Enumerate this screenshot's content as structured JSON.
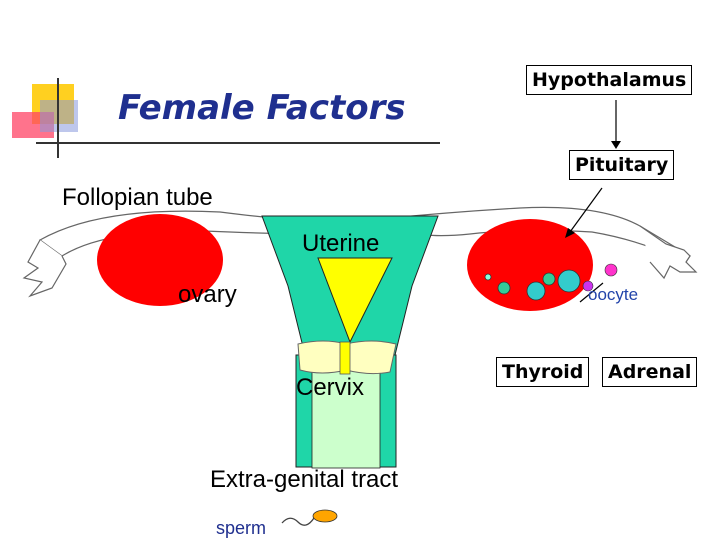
{
  "slide": {
    "title": "Female Factors"
  },
  "boxes": {
    "hypothalamus": "Hypothalamus",
    "pituitary": "Pituitary",
    "thyroid": "Thyroid",
    "adrenal": "Adrenal"
  },
  "labels": {
    "follopian_tube": "Follopian tube",
    "uterine": "Uterine",
    "ovary": "ovary",
    "oocyte": "oocyte",
    "cervix": "Cervix",
    "extra_genital_tract": "Extra-genital tract",
    "sperm": "sperm"
  },
  "colors": {
    "title_blue": "#1f2f8f",
    "ovary_red": "#ff0000",
    "uterus_teal": "#1fd6a8",
    "uterine_cavity_yellow": "#ffff00",
    "cervix_cream": "#ffffc0",
    "vagina_lightgreen": "#ccffcc",
    "oocyte_magenta": "#ff33cc",
    "sperm_orange": "#ffa500",
    "oocyte_label_blue": "#2244aa"
  }
}
